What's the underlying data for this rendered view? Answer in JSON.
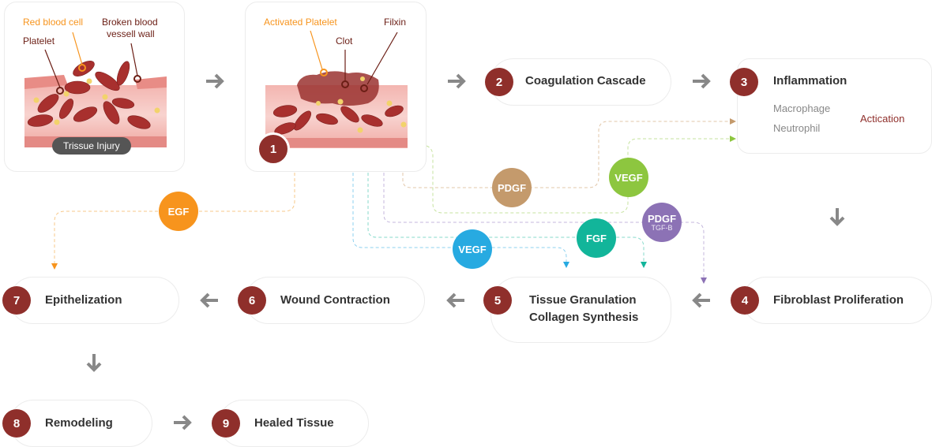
{
  "colors": {
    "step_badge": "#8f2f2b",
    "egf": "#f7941d",
    "pdgf": "#c49a6c",
    "vegf_green": "#8dc63f",
    "pdgf_tgf": "#8c72b5",
    "fgf": "#12b59a",
    "vegf_blue": "#27aae1",
    "orange_label": "#f7941d",
    "dark_label": "#7a2a1f"
  },
  "injury_panel": {
    "labels": {
      "red_blood_cell": "Red blood cell",
      "broken_wall_line1": "Broken blood",
      "broken_wall_line2": "vessell wall",
      "platelet": "Platelet"
    },
    "tag": "Trissue Injury"
  },
  "clot_panel": {
    "labels": {
      "activated_platelet": "Activated Platelet",
      "clot": "Clot",
      "filxin": "Filxin"
    },
    "step": "1"
  },
  "steps": [
    {
      "num": "2",
      "title": "Coagulation Cascade"
    },
    {
      "num": "3",
      "title": "Inflammation",
      "items": [
        "Macrophage",
        "Neutrophil"
      ],
      "result": "Actication"
    },
    {
      "num": "4",
      "title": "Fibroblast Proliferation"
    },
    {
      "num": "5",
      "title_line1": "Tissue Granulation",
      "title_line2": "Collagen Synthesis"
    },
    {
      "num": "6",
      "title": "Wound Contraction"
    },
    {
      "num": "7",
      "title": "Epithelization"
    },
    {
      "num": "8",
      "title": "Remodeling"
    },
    {
      "num": "9",
      "title": "Healed Tissue"
    }
  ],
  "growth_factors": {
    "egf": "EGF",
    "pdgf": "PDGF",
    "vegf_green": "VEGF",
    "pdgf_tgf": "PDGF",
    "pdgf_tgf_sub": "TGF-B",
    "fgf": "FGF",
    "vegf_blue": "VEGF"
  }
}
